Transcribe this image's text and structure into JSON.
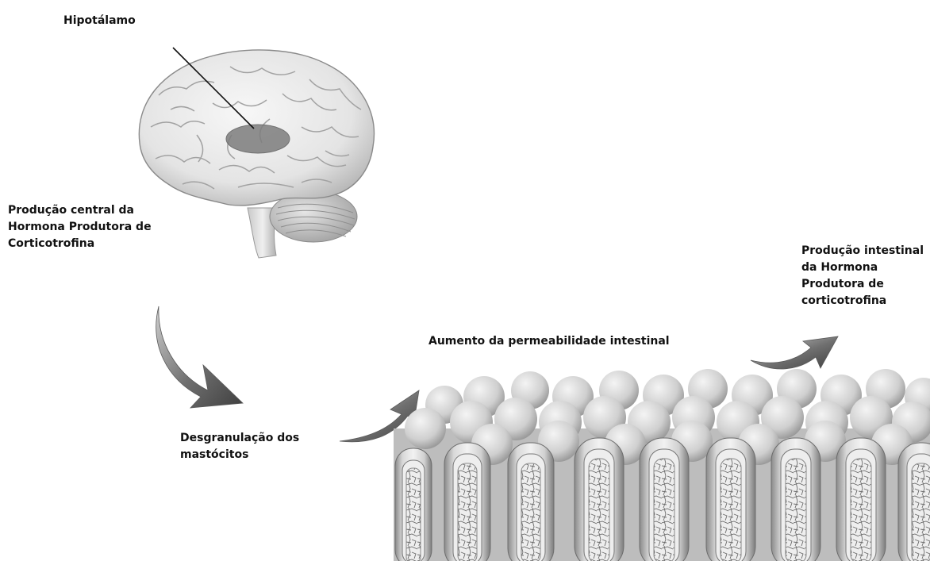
{
  "labels": {
    "hypothalamus": "Hipotálamo",
    "central_crh": "Produção central da\nHormona Produtora de\nCorticotrofina",
    "mast_cells": "Desgranulação dos\nmastócitos",
    "permeability": "Aumento da permeabilidade intestinal",
    "intestinal_crh": "Produção intestinal\nda Hormona\nProdutora de\ncorticotrofina"
  }
}
